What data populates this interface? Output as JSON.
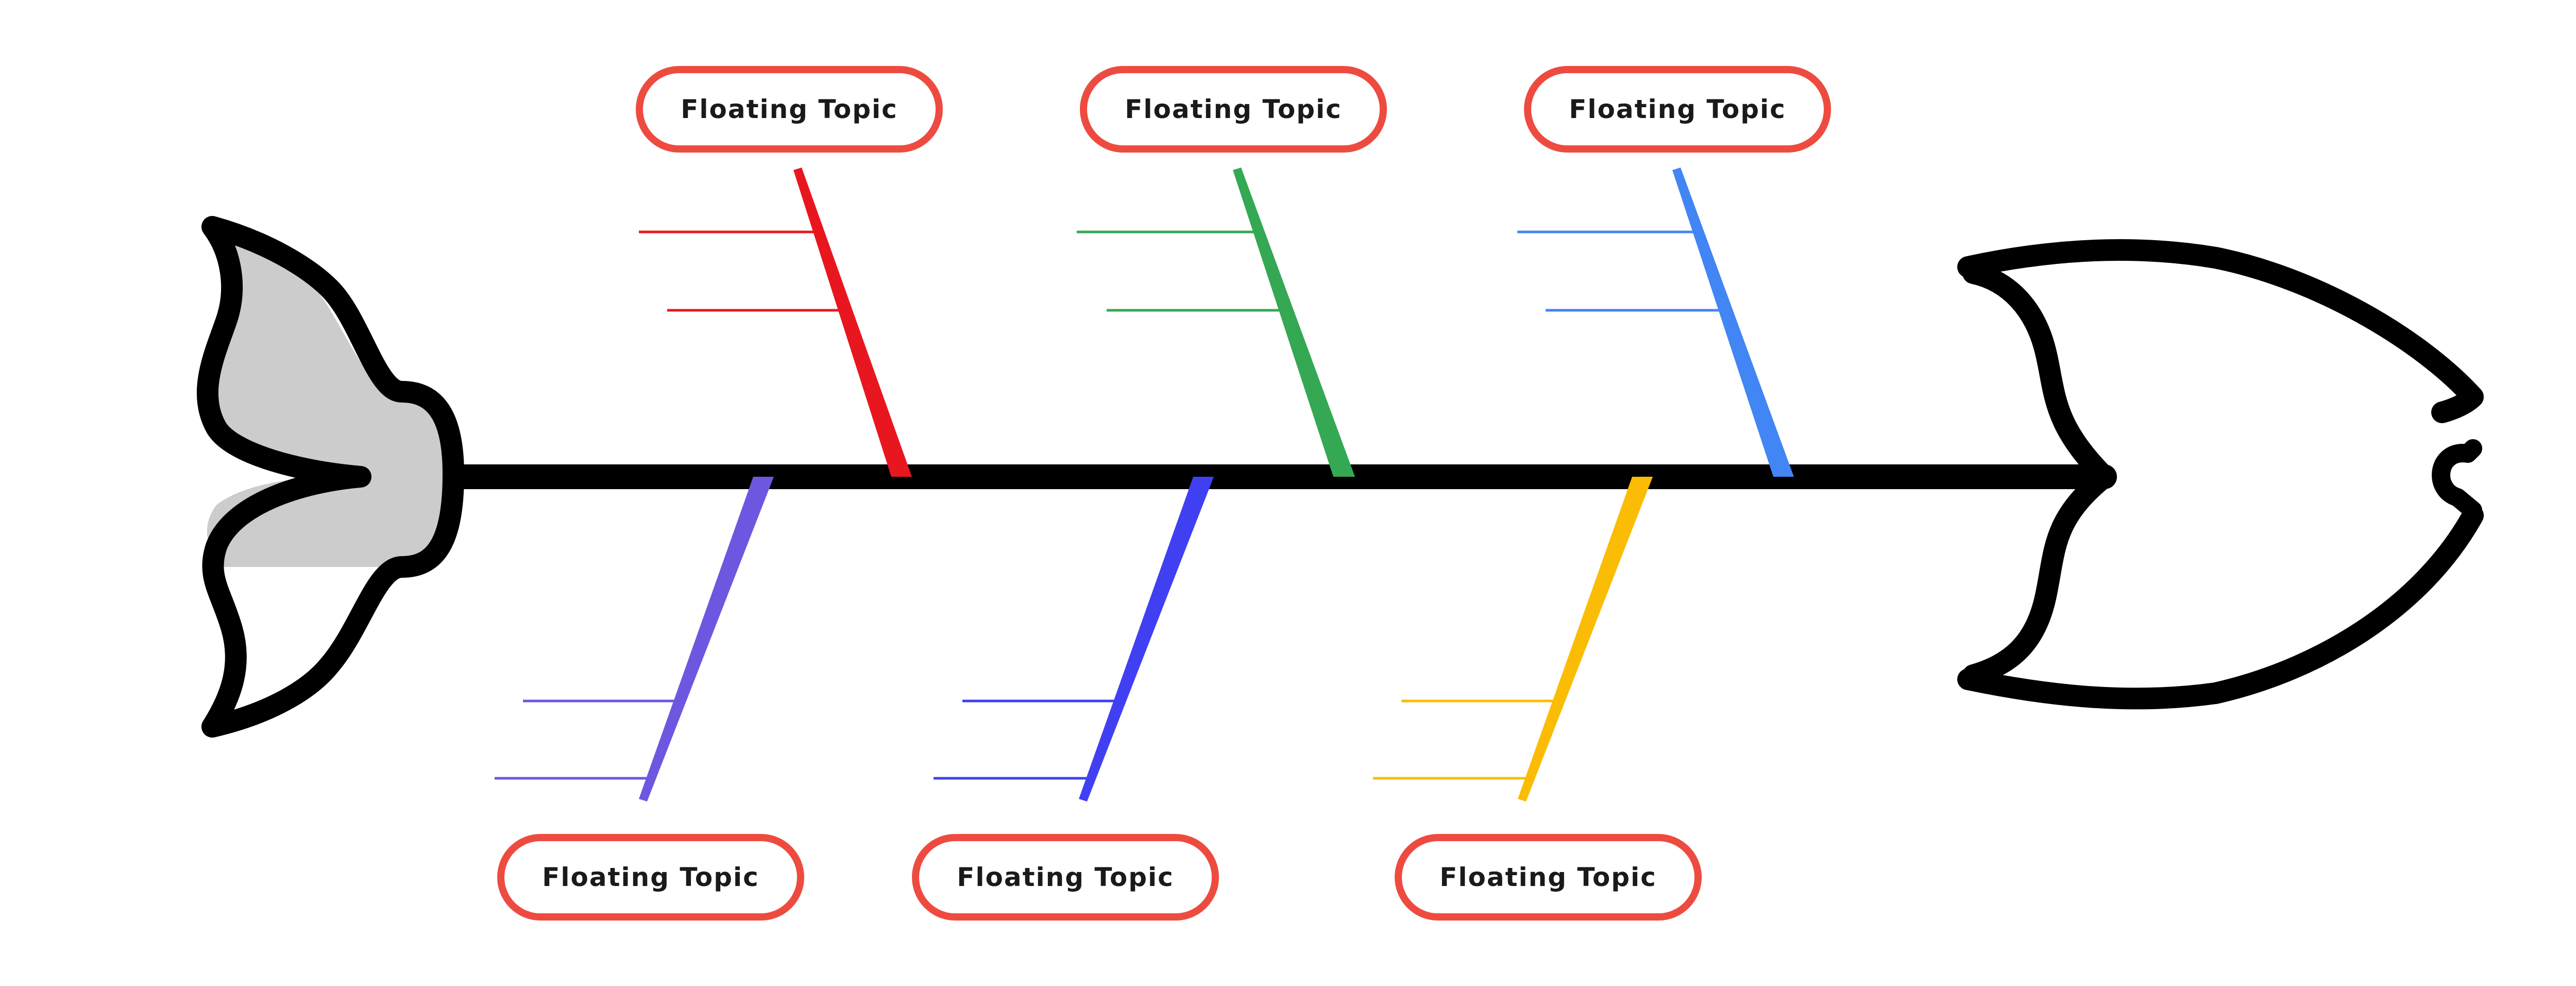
{
  "diagram": {
    "type": "fishbone",
    "spine_color": "#000000",
    "tail_fill": "#cccccc",
    "topic_border_color": "#ee4b40",
    "topics_top": [
      {
        "label": "Floating Topic",
        "bone_color": "#e8171f"
      },
      {
        "label": "Floating Topic",
        "bone_color": "#34a853"
      },
      {
        "label": "Floating Topic",
        "bone_color": "#4285f4"
      }
    ],
    "topics_bottom": [
      {
        "label": "Floating Topic",
        "bone_color": "#6e57e0"
      },
      {
        "label": "Floating Topic",
        "bone_color": "#4040f2"
      },
      {
        "label": "Floating Topic",
        "bone_color": "#fbbc05"
      }
    ]
  }
}
